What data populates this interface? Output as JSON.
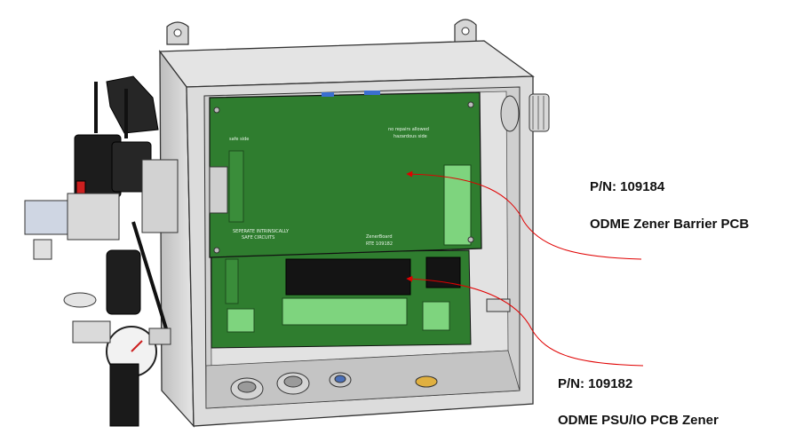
{
  "colors": {
    "enclosure": "#d9d9d9",
    "pcb": "#2f7d2f",
    "terminal": "#7ed47e",
    "arrow": "#e00000"
  },
  "callouts": [
    {
      "part_number": "P/N: 109184",
      "description": "ODME Zener Barrier PCB"
    },
    {
      "part_number": "P/N: 109182",
      "description": "ODME PSU/IO PCB Zener"
    }
  ],
  "pcb_silkscreen": {
    "safe_side": "safe side",
    "no_repairs": "no repairs allowed",
    "hazardous_side": "hazardous side",
    "separate_circuits_1": "SEPERATE INTRINSICALLY",
    "separate_circuits_2": "SAFE CIRCUITS",
    "board_name_1": "ZenerBoard",
    "board_name_2": "RTE 109182"
  }
}
